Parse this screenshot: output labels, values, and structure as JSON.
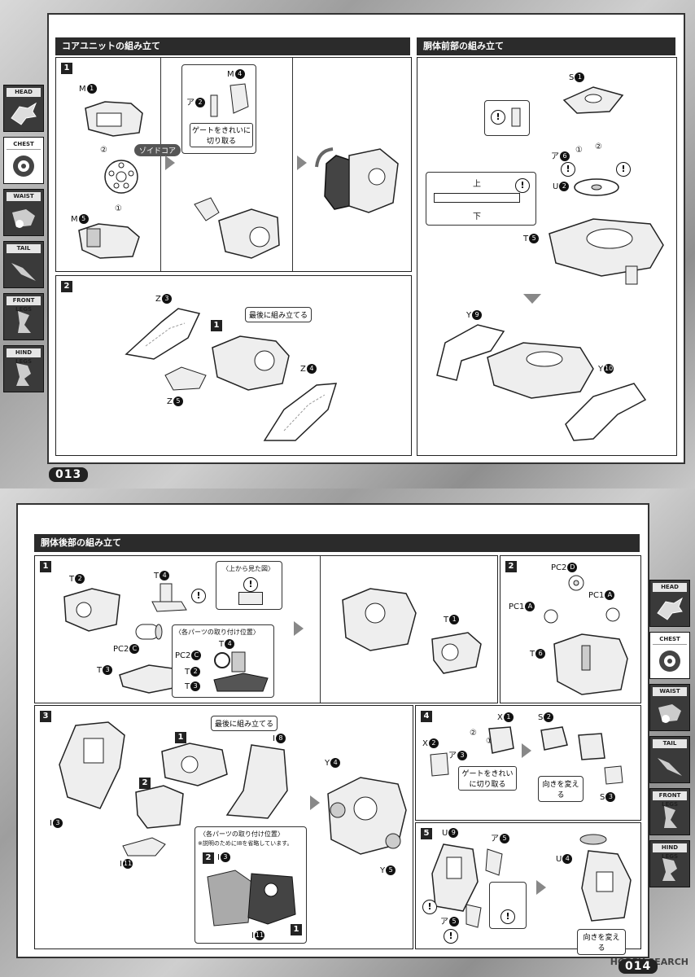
{
  "page_top": {
    "page_number": "013",
    "sections": {
      "core_unit": {
        "title": "コアユニットの組み立て"
      },
      "front_body": {
        "title": "胴体前部の組み立て"
      }
    },
    "step1": {
      "num": "1",
      "m1": "M",
      "m1n": "1",
      "m4": "M",
      "m4n": "4",
      "m5": "M",
      "m5n": "5",
      "a2": "ア",
      "a2n": "2",
      "zoid_core": "ゾイドコア",
      "order1": "①",
      "order2": "②",
      "gate_note": "ゲートをきれいに切り取る"
    },
    "step2": {
      "num": "2",
      "z3": "Z",
      "z3n": "3",
      "z4": "Z",
      "z4n": "4",
      "z5": "Z",
      "z5n": "5",
      "ref": "1",
      "last_note": "最後に組み立てる"
    },
    "front": {
      "s1": "S",
      "s1n": "1",
      "a6": "ア",
      "a6n": "6",
      "u2": "U",
      "u2n": "2",
      "t5": "T",
      "t5n": "5",
      "up": "上",
      "down": "下",
      "order1": "①",
      "order2": "②",
      "y9": "Y",
      "y9n": "9",
      "y10": "Y",
      "y10n": "10"
    },
    "tabs": [
      "HEAD",
      "CHEST",
      "WAIST",
      "TAIL",
      "FRONT LEGS",
      "HIND LEGS"
    ],
    "active_tab": "CHEST"
  },
  "page_bottom": {
    "page_number": "014",
    "section": {
      "title": "胴体後部の組み立て"
    },
    "step1": {
      "num": "1",
      "t2": "T",
      "t2n": "2",
      "t4": "T",
      "t4n": "4",
      "pc2c": "PC2",
      "pc2cn": "C",
      "t3": "T",
      "t3n": "3",
      "top_view": "〈上から見た図〉",
      "positions": "〈各パーツの取り付け位置〉",
      "t1": "T",
      "t1n": "1"
    },
    "step2": {
      "num": "2",
      "pc2d": "PC2",
      "pc2dn": "D",
      "pc1a_l": "PC1",
      "pc1a_ln": "A",
      "pc1a_r": "PC1",
      "pc1a_rn": "A",
      "t6": "T",
      "t6n": "6"
    },
    "step3": {
      "num": "3",
      "last_note": "最後に組み立てる",
      "i8": "I",
      "i8n": "8",
      "i3": "I",
      "i3n": "3",
      "i11": "I",
      "i11n": "11",
      "y4": "Y",
      "y4n": "4",
      "y5": "Y",
      "y5n": "5",
      "ref1": "1",
      "ref2": "2",
      "positions": "〈各パーツの取り付け位置〉",
      "note": "※説明のためにI8を省略しています。"
    },
    "step4": {
      "num": "4",
      "x1": "X",
      "x1n": "1",
      "x2": "X",
      "x2n": "2",
      "a3": "ア",
      "a3n": "3",
      "s2": "S",
      "s2n": "2",
      "s3": "S",
      "s3n": "3",
      "gate_note": "ゲートをきれいに切り取る",
      "turn_note": "向きを変える",
      "order1": "①",
      "order2": "②"
    },
    "step5": {
      "num": "5",
      "u9": "U",
      "u9n": "9",
      "a5a": "ア",
      "a5an": "5",
      "a5b": "ア",
      "a5bn": "5",
      "u4": "U",
      "u4n": "4",
      "turn_note": "向きを変える"
    },
    "tabs": [
      "HEAD",
      "CHEST",
      "WAIST",
      "TAIL",
      "FRONT LEGS",
      "HIND LEGS"
    ],
    "active_tab": "CHEST",
    "watermark": "HOBBY SEARCH"
  }
}
